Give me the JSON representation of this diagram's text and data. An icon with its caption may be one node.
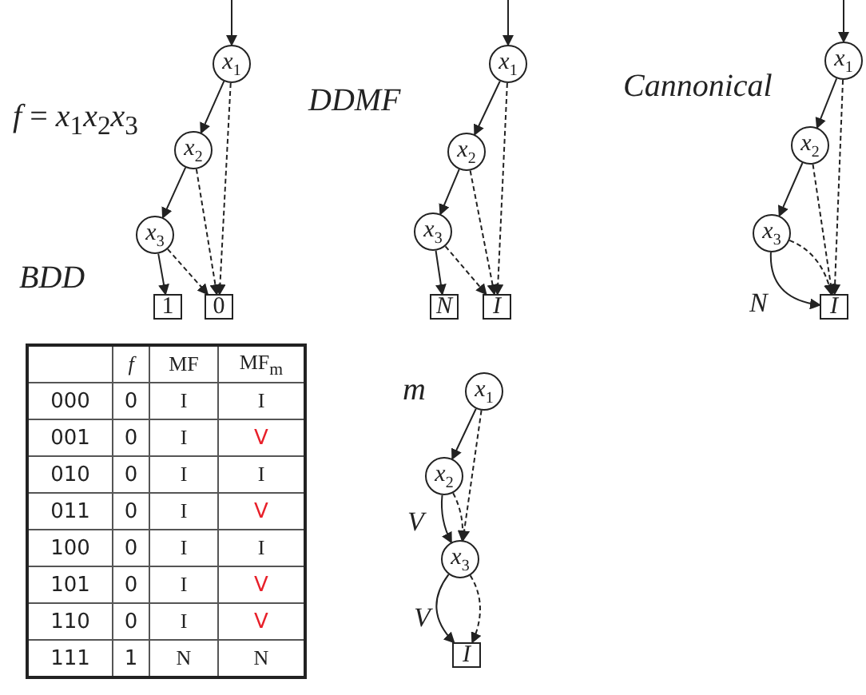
{
  "diagram": {
    "nodes": [
      {
        "text": [
          "*x*$_{1}$"
        ]
      },
      {
        "text": [
          "*x*$_{2}$"
        ]
      },
      {
        "text": [
          "*x*$_{3}$"
        ]
      },
      {
        "text": [
          "1"
        ]
      },
      {
        "text": [
          "0"
        ]
      },
      {
        "text": [
          "*x*$_{1}$"
        ]
      },
      {
        "text": [
          "*x*$_{2}$"
        ]
      },
      {
        "text": [
          "*x*$_{3}$"
        ]
      },
      {
        "text": [
          "N"
        ]
      },
      {
        "text": [
          "I"
        ]
      },
      {
        "text": [
          "*x*$_{1}$"
        ]
      },
      {
        "text": [
          "*x*$_{2}$"
        ]
      },
      {
        "text": [
          "*x*$_{3}$"
        ]
      },
      {
        "text": [
          "I"
        ]
      },
      {
        "text": [
          "*x*$_{1}$"
        ]
      },
      {
        "text": [
          "*x*$_{2}$"
        ]
      },
      {
        "text": [
          "*x*$_{3}$"
        ]
      },
      {
        "text": [
          "I"
        ]
      }
    ],
    "edges": [
      {
        "from": null,
        "to": 0,
        "arrow": "to"
      },
      {
        "from": 0,
        "to": 1,
        "arrow": "to"
      },
      {
        "from": 0,
        "to": 4,
        "arrow": "to",
        "style": "dashed"
      },
      {
        "from": 1,
        "to": 2,
        "arrow": "to"
      },
      {
        "from": 1,
        "to": 4,
        "arrow": "to",
        "style": "dashed"
      },
      {
        "from": 2,
        "to": 3,
        "arrow": "to"
      },
      {
        "from": 2,
        "to": 4,
        "arrow": "to",
        "style": "dashed"
      },
      {
        "from": null,
        "to": 5,
        "arrow": "to"
      },
      {
        "from": 5,
        "to": 6,
        "arrow": "to"
      },
      {
        "from": 5,
        "to": 9,
        "arrow": "to",
        "style": "dashed"
      },
      {
        "from": 6,
        "to": 7,
        "arrow": "to"
      },
      {
        "from": 6,
        "to": 9,
        "arrow": "to",
        "style": "dashed"
      },
      {
        "from": 7,
        "to": 8,
        "arrow": "to"
      },
      {
        "from": 7,
        "to": 9,
        "arrow": "to",
        "style": "dashed"
      },
      {
        "from": null,
        "to": 10,
        "arrow": "to"
      },
      {
        "from": 10,
        "to": 11,
        "arrow": "to"
      },
      {
        "from": 10,
        "to": 13,
        "arrow": "to",
        "style": "dashed"
      },
      {
        "from": 11,
        "to": 12,
        "arrow": "to"
      },
      {
        "from": 11,
        "to": 13,
        "arrow": "to",
        "style": "dashed"
      },
      {
        "from": 12,
        "to": 13,
        "arrow": "to",
        "label": "N"
      },
      {
        "from": 12,
        "to": 13,
        "arrow": "to",
        "style": "dashed"
      },
      {
        "from": 14,
        "to": 15,
        "arrow": "to"
      },
      {
        "from": 14,
        "to": 16,
        "arrow": "to",
        "style": "dashed"
      },
      {
        "from": 15,
        "to": 16,
        "arrow": "to",
        "label": "V"
      },
      {
        "from": 15,
        "to": 16,
        "arrow": "to",
        "style": "dashed"
      },
      {
        "from": 16,
        "to": 17,
        "arrow": "to",
        "label": "V"
      },
      {
        "from": 16,
        "to": 17,
        "arrow": "to",
        "style": "dashed"
      }
    ],
    "labels": [
      "*f* = *x*$_{1}$*x*$_{2}$*x*$_{3}$",
      "BDD",
      "DDMF",
      "Cannonical",
      "m",
      "f",
      "MF",
      "MF$_{m}$",
      "000",
      "0",
      "I",
      "I",
      "001",
      "0",
      "I",
      "V",
      "010",
      "0",
      "I",
      "I",
      "011",
      "0",
      "I",
      "V",
      "100",
      "0",
      "I",
      "I",
      "101",
      "0",
      "I",
      "V",
      "110",
      "0",
      "I",
      "V",
      "111",
      "1",
      "N",
      "N"
    ]
  }
}
